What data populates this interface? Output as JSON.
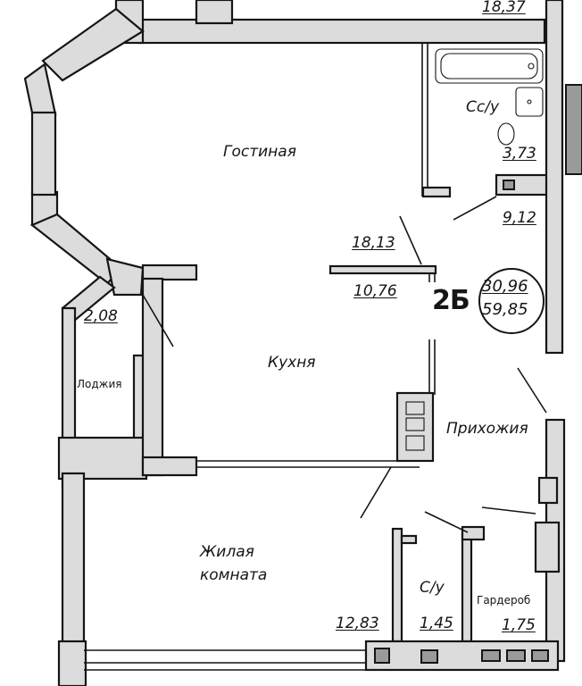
{
  "apartment": {
    "type_code": "2Б",
    "living_area": "30,96",
    "total_area": "59,85"
  },
  "rooms": {
    "living": {
      "name": "Гостиная",
      "area": "18,13"
    },
    "kitchen": {
      "name": "Кухня",
      "area": "10,76"
    },
    "bath_top": {
      "name": "Сс/у",
      "area": "3,73"
    },
    "hall_area": "9,12",
    "hall": {
      "name": "Прихожия"
    },
    "loggia": {
      "name": "Лоджия",
      "area": "2,08"
    },
    "bedroom": {
      "name_line1": "Жилая",
      "name_line2": "комната",
      "area": "12,83"
    },
    "bath_bottom": {
      "name": "С/у",
      "area": "1,45"
    },
    "wardrobe": {
      "name": "Гардероб",
      "area": "1,75"
    },
    "neighbor_top": {
      "area": "18,37"
    }
  }
}
